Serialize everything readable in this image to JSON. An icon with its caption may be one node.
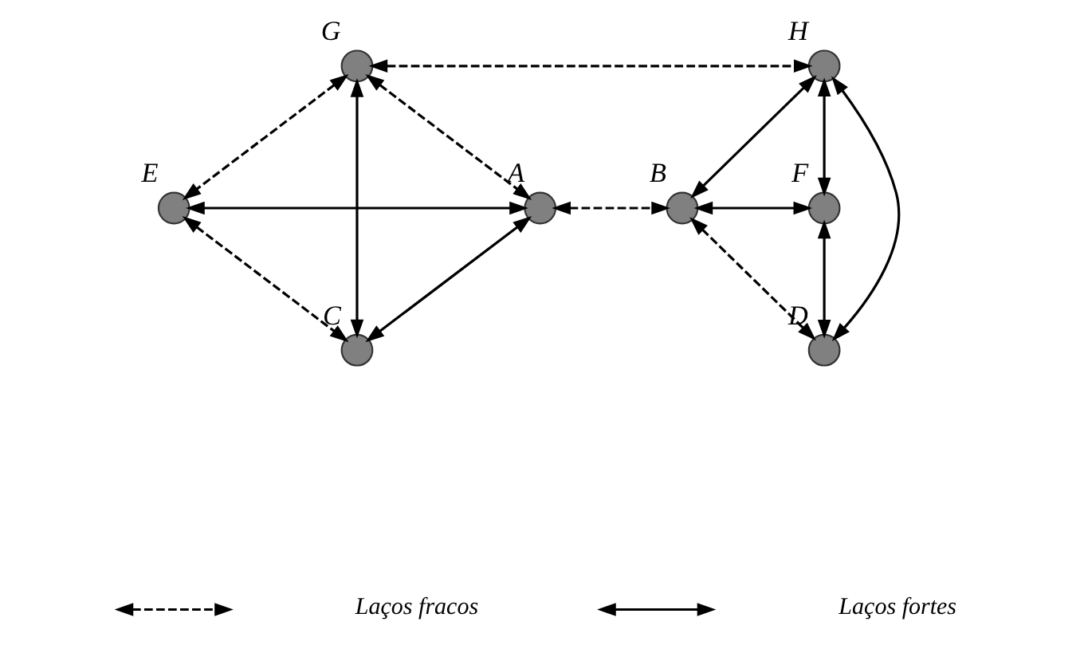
{
  "diagram": {
    "nodes": [
      {
        "text": [
          "G"
        ]
      },
      {
        "text": [
          "H"
        ]
      },
      {
        "text": [
          "E"
        ]
      },
      {
        "text": [
          "A"
        ]
      },
      {
        "text": [
          "B"
        ]
      },
      {
        "text": [
          "F"
        ]
      },
      {
        "text": [
          "C"
        ]
      },
      {
        "text": [
          "D"
        ]
      }
    ],
    "edges": [
      {
        "from": 0,
        "to": 2,
        "arrow": "both",
        "style": "dashed"
      },
      {
        "from": 0,
        "to": 3,
        "arrow": "both",
        "style": "dashed"
      },
      {
        "from": 0,
        "to": 6,
        "arrow": "both"
      },
      {
        "from": 2,
        "to": 3,
        "arrow": "both"
      },
      {
        "from": 2,
        "to": 6,
        "arrow": "both",
        "style": "dashed"
      },
      {
        "from": 3,
        "to": 6,
        "arrow": "both"
      },
      {
        "from": 0,
        "to": 1,
        "arrow": "both",
        "style": "dashed"
      },
      {
        "from": 3,
        "to": 4,
        "arrow": "both",
        "style": "dashed"
      },
      {
        "from": 1,
        "to": 4,
        "arrow": "both"
      },
      {
        "from": 1,
        "to": 5,
        "arrow": "both"
      },
      {
        "from": 1,
        "to": 7,
        "arrow": "both"
      },
      {
        "from": 4,
        "to": 5,
        "arrow": "both"
      },
      {
        "from": 4,
        "to": 7,
        "arrow": "both",
        "style": "dashed"
      },
      {
        "from": 5,
        "to": 7,
        "arrow": "both"
      }
    ],
    "legend": [
      {
        "text": "Laços fracos"
      },
      {
        "text": "Laços fortes"
      }
    ]
  }
}
